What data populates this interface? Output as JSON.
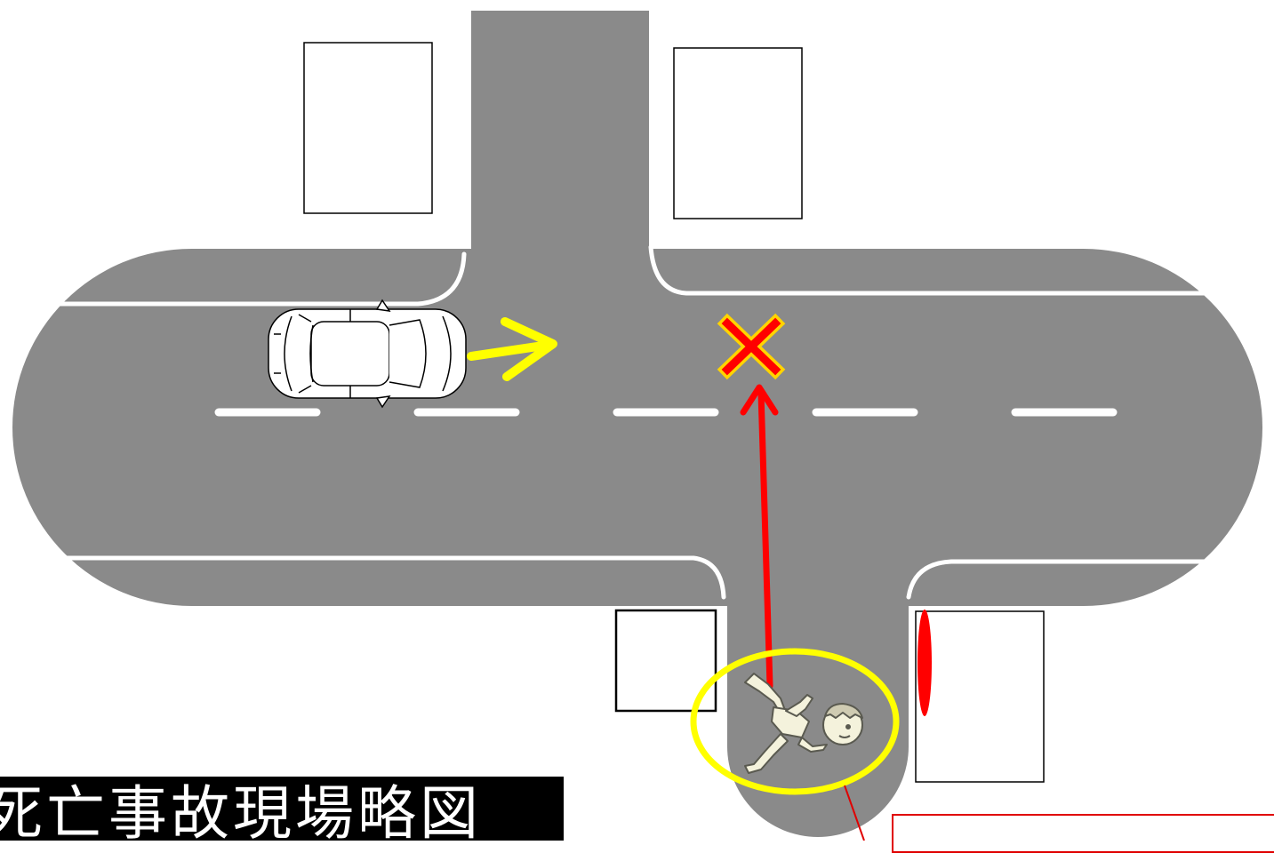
{
  "diagram": {
    "title": "死亡事故現場略図",
    "callout_text": "",
    "colors": {
      "road": "#8a8a8a",
      "road_edge_line": "#ffffff",
      "center_dashes": "#ffffff",
      "car_arrow": "#ffff00",
      "pedestrian_path": "#ff0000",
      "impact_mark": "#ff0000",
      "impact_mark_outline": "#ffd400",
      "highlight_circle": "#ffff00",
      "blocked_view_marker": "#ff0000",
      "callout_border": "#e00000",
      "title_background": "#000000",
      "title_text": "#ffffff"
    },
    "elements": {
      "vehicle": "car-top-view",
      "vehicle_direction": "right",
      "pedestrian": "child-running-icon",
      "impact": "x-mark",
      "buildings": 4
    }
  }
}
